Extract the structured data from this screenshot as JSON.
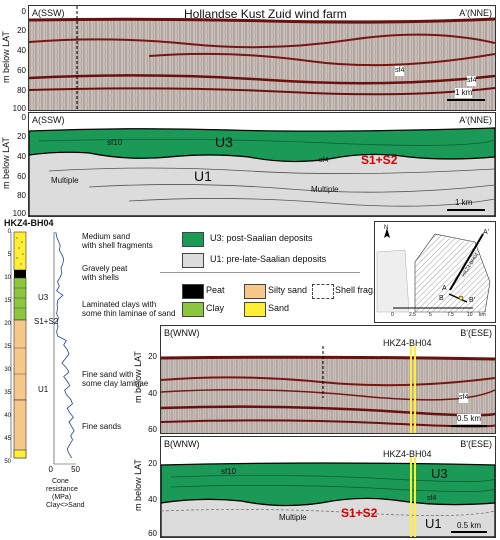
{
  "colors": {
    "u3_green": "#1a9a56",
    "u1_grey": "#dcdcdc",
    "seismic_red": "#8b1a1a",
    "peat": "#000000",
    "clay": "#8cc63f",
    "silty_sand": "#f6c98a",
    "sand": "#ffee33",
    "borehole_line": "#ffee33",
    "s1s2_label": "#d40000"
  },
  "panel_a_seismic": {
    "title": "Hollandse Kust Zuid wind farm",
    "left_label": "A(SSW)",
    "right_label": "A'(NNE)",
    "y_axis": "m below LAT",
    "ticks": [
      "0",
      "20",
      "40",
      "60",
      "80",
      "100"
    ],
    "reflector_labels": [
      "sf4",
      "sf4"
    ],
    "scale": "1 km"
  },
  "panel_a_interp": {
    "left_label": "A(SSW)",
    "right_label": "A'(NNE)",
    "y_axis": "m below LAT",
    "ticks": [
      "0",
      "20",
      "40",
      "60",
      "80",
      "100"
    ],
    "unit_u3": "U3",
    "unit_u1": "U1",
    "sf10": "sf10",
    "sf4": "sf4",
    "s1s2": "S1+S2",
    "multiple_1": "Multiple",
    "multiple_2": "Multiple",
    "scale": "1 km"
  },
  "borehole": {
    "id": "HKZ4-BH04",
    "depth_ticks": [
      "0",
      "5",
      "10",
      "15",
      "20",
      "25",
      "30",
      "35",
      "40",
      "45",
      "50"
    ],
    "cone_axis_ticks": [
      "0",
      "50"
    ],
    "cone_label_1": "Cone",
    "cone_label_2": "resistance",
    "cone_label_3": "(MPa)",
    "cone_label_4": "Clay<>Sand",
    "u3": "U3",
    "s1s2": "S1+S2",
    "u1": "U1",
    "descriptions": [
      [
        "Medium sand",
        "with shell fragments"
      ],
      [
        "Gravely peat",
        "with shells"
      ],
      [
        "Laminated clays with",
        "some thin laminae of sand"
      ],
      [
        "Fine sand with",
        "some clay laminae"
      ],
      [
        "Fine sands"
      ]
    ],
    "cone_profile": [
      4,
      6,
      10,
      14,
      12,
      18,
      22,
      20,
      16,
      18,
      14,
      8,
      12,
      6,
      20,
      9,
      7,
      8,
      6,
      10,
      7,
      9,
      6,
      8,
      28,
      22,
      30,
      34,
      26,
      18,
      28,
      34,
      22,
      30,
      36,
      24,
      28,
      38,
      42,
      30,
      36,
      44,
      34,
      40,
      46,
      38,
      42,
      36,
      30,
      34,
      40
    ]
  },
  "legend": {
    "u3": "U3: post-Saalian deposits",
    "u1": "U1: pre-late-Saalian deposits",
    "peat": "Peat",
    "silty_sand": "Silty sand",
    "shell": "Shell frag.",
    "clay": "Clay",
    "sand": "Sand"
  },
  "map": {
    "north": "N",
    "a": "A",
    "a_prime": "A'",
    "b": "B",
    "b_prime": "B'",
    "bh": "HKZ4-BH04",
    "scale_ticks": [
      "0",
      "2.5",
      "5",
      "7.5",
      "10"
    ],
    "scale_unit": "km"
  },
  "panel_b_seismic": {
    "left_label": "B(WNW)",
    "right_label": "B'(ESE)",
    "bh": "HKZ4-BH04",
    "y_axis": "m below LAT",
    "ticks": [
      "20",
      "40",
      "60"
    ],
    "sf4": "sf4",
    "scale": "0.5 km"
  },
  "panel_b_interp": {
    "left_label": "B(WNW)",
    "right_label": "B'(ESE)",
    "bh": "HKZ4-BH04",
    "y_axis": "m below LAT",
    "ticks": [
      "20",
      "40",
      "60"
    ],
    "sf10": "sf10",
    "sf4": "sf4",
    "u3": "U3",
    "u1": "U1",
    "s1s2": "S1+S2",
    "multiple": "Multiple",
    "scale": "0.5 km"
  }
}
